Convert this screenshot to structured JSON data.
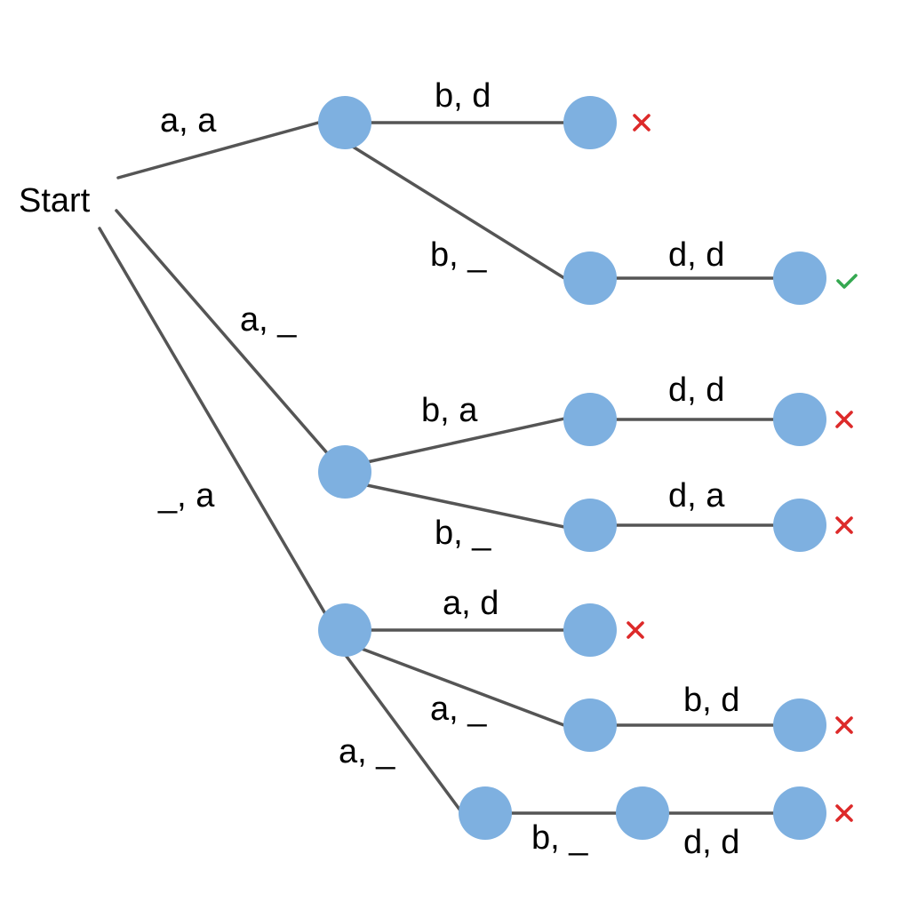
{
  "start_label": "Start",
  "marks": {
    "success": {
      "icon": "check-icon",
      "color": "#35a851"
    },
    "failure": {
      "icon": "cross-icon",
      "color": "#dd2a2a"
    }
  },
  "node_color": "#7eb0e0",
  "edge_color": "#555555",
  "edges": {
    "start_to_n1": "a, a",
    "start_to_n2": "a, _",
    "start_to_n3": "_, a",
    "n1_to_n1a": "b, d",
    "n1_to_n1b": "b, _",
    "n1b_to_n1b_end": "d, d",
    "n2_to_n2a": "b, a",
    "n2a_to_n2a_end": "d, d",
    "n2_to_n2b": "b, _",
    "n2b_to_n2b_end": "d, a",
    "n3_to_n3a": "a, d",
    "n3_to_n3b": "a, _",
    "n3b_to_n3b_end": "b, d",
    "n3_to_n3c": "a, _",
    "n3c_to_n3c_mid": "b, _",
    "n3c_mid_to_n3c_end": "d, d"
  }
}
